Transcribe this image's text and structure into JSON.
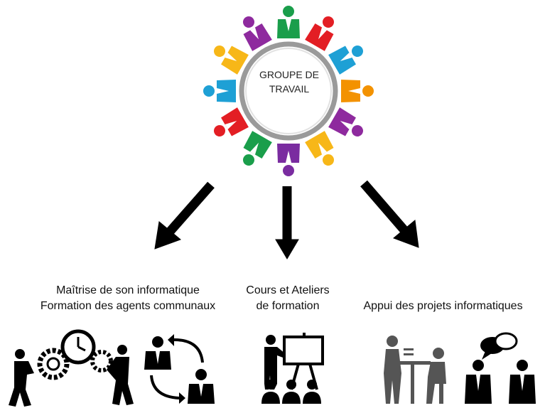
{
  "center": {
    "line1": "GROUPE DE",
    "line2": "TRAVAIL"
  },
  "ring_colors": [
    "#1a9e4b",
    "#e31e24",
    "#1ea0d5",
    "#f39200",
    "#8e2a9e",
    "#f7b718",
    "#7a2ca0",
    "#1a9e4b",
    "#e31e24",
    "#1ea0d5",
    "#f7b718",
    "#8e2a9e"
  ],
  "branches": [
    {
      "line1": "Maîtrise de son informatique",
      "line2": "Formation des agents communaux"
    },
    {
      "line1": "Cours et Ateliers",
      "line2": "de formation"
    },
    {
      "line1": "Appui des projets informatiques"
    }
  ],
  "icons": [
    "gears-clock-workers-icon",
    "exchange-people-icon",
    "presentation-board-audience-icon",
    "desk-support-icon",
    "discussion-people-icon"
  ]
}
